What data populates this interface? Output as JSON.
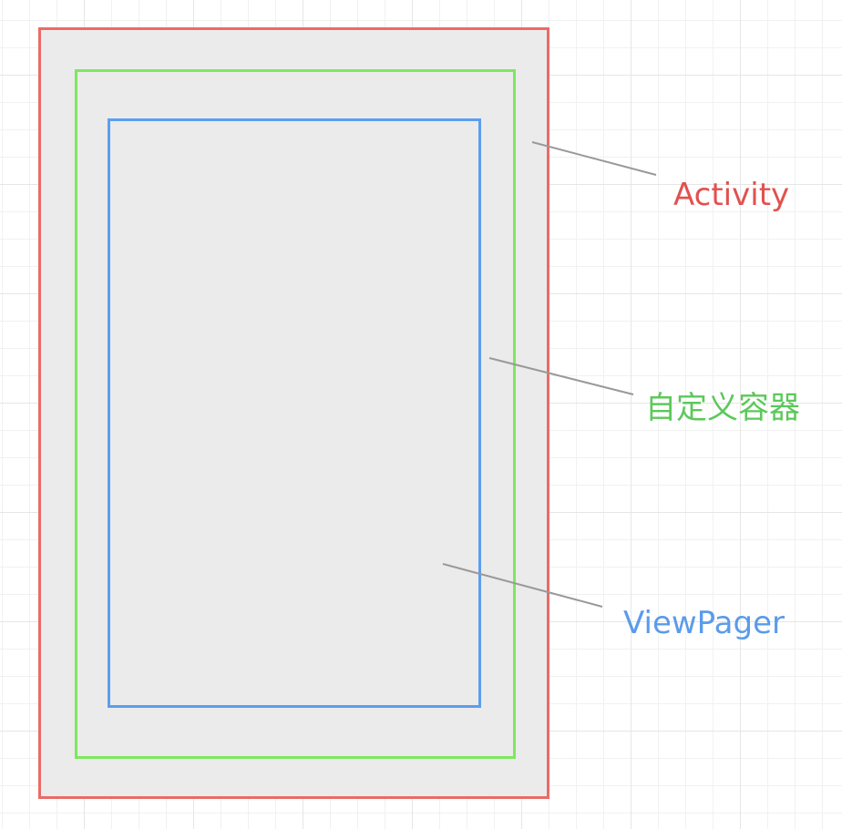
{
  "diagram": {
    "layers": [
      {
        "id": "activity",
        "label": "Activity",
        "color": "#e0524f",
        "border_color": "#ea6b66"
      },
      {
        "id": "container",
        "label": "自定义容器",
        "color": "#5cc85a",
        "border_color": "#7ee85d"
      },
      {
        "id": "viewpager",
        "label": "ViewPager",
        "color": "#5b9bea",
        "border_color": "#5b9ef0"
      }
    ],
    "fill_color": "#ebebeb",
    "leader_line_color": "#999999"
  }
}
